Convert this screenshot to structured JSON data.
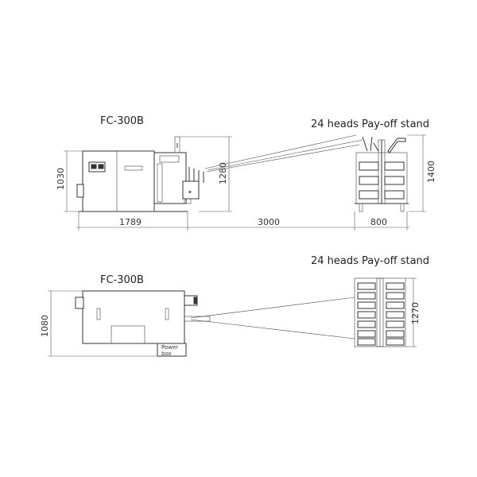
{
  "side_view": {
    "machine_label": "FC-300B",
    "stand_label": "24 heads Pay-off stand",
    "machine_height": "1030",
    "creel_height": "1280",
    "stand_height": "1400",
    "machine_length": "1789",
    "gap_length": "3000",
    "stand_length": "800"
  },
  "top_view": {
    "machine_label": "FC-300B",
    "stand_label": "24 heads Pay-off stand",
    "machine_width": "1080",
    "stand_width": "1270",
    "power_box_line1": "Power",
    "power_box_line2": "box"
  },
  "colors": {
    "line": "#333333",
    "background": "#ffffff"
  }
}
